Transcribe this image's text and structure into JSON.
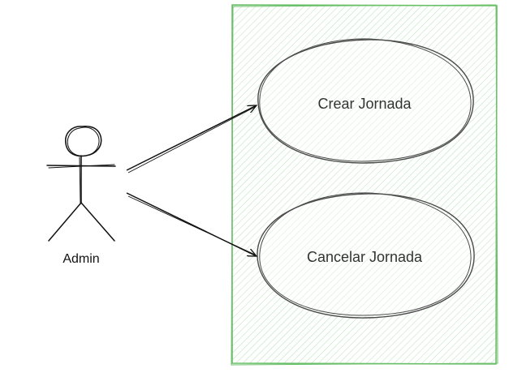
{
  "diagram": {
    "type": "use-case",
    "actor": {
      "name": "Admin"
    },
    "system_boundary": {
      "color": "#6abf69",
      "fill": "hatched-green"
    },
    "use_cases": [
      {
        "label": "Crear Jornada"
      },
      {
        "label": "Cancelar Jornada"
      }
    ],
    "associations": [
      {
        "from": "Admin",
        "to": "Crear Jornada"
      },
      {
        "from": "Admin",
        "to": "Cancelar Jornada"
      }
    ],
    "colors": {
      "stroke": "#111111",
      "ellipse_stroke": "#4a4a4a",
      "text": "#333333"
    }
  }
}
